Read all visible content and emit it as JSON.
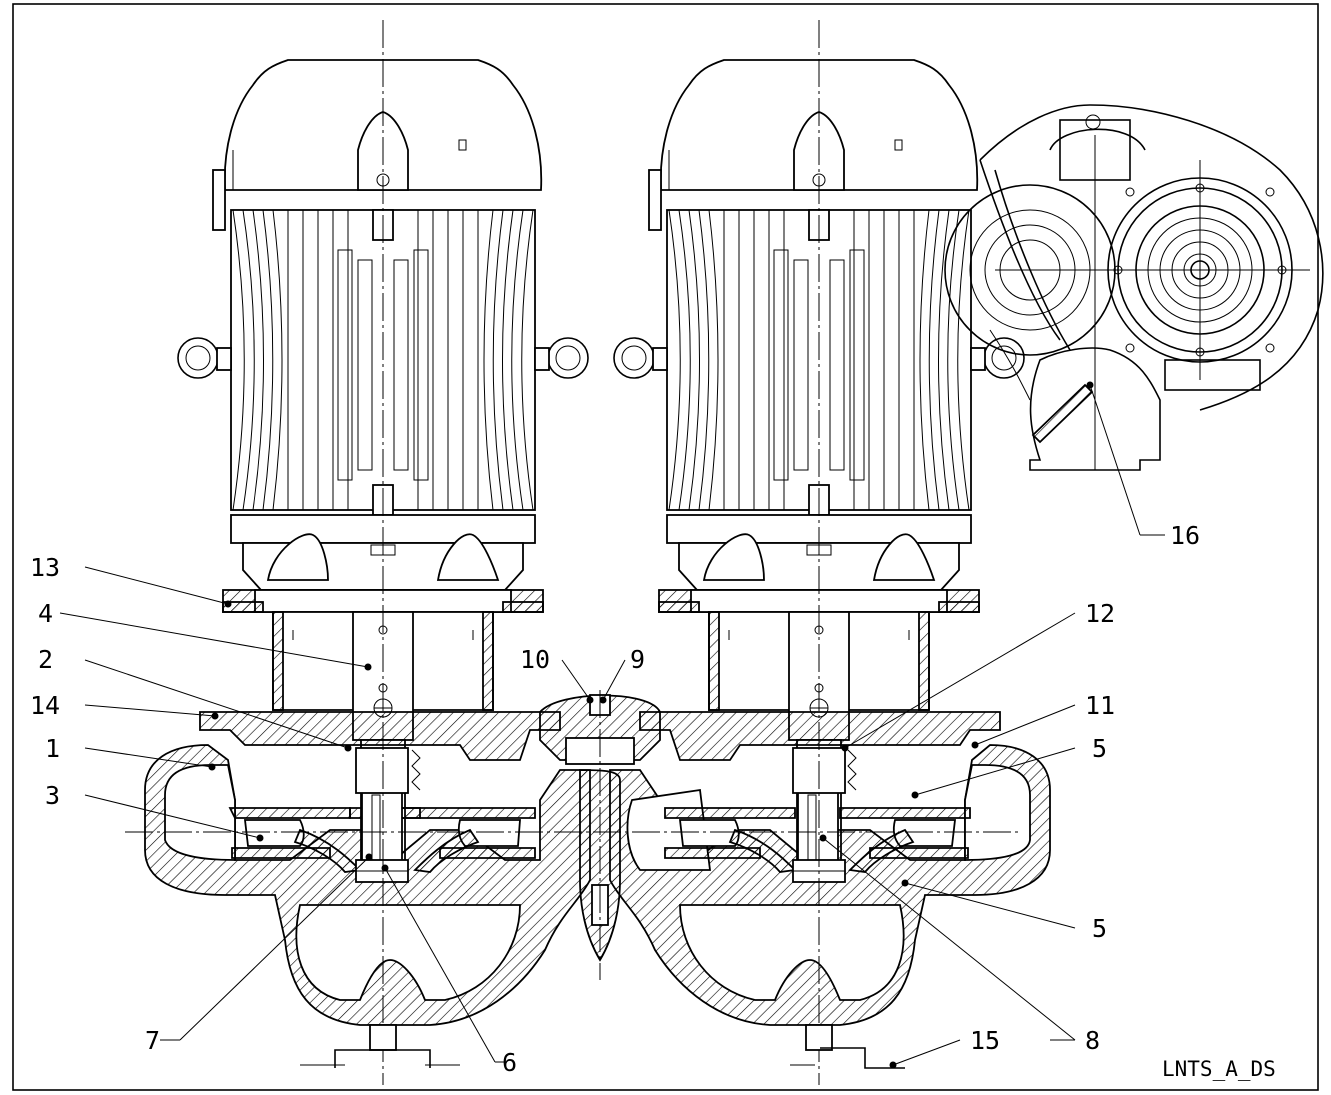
{
  "drawing_code": "LNTS_A_DS",
  "callouts": [
    {
      "label": "13"
    },
    {
      "label": "4"
    },
    {
      "label": "2"
    },
    {
      "label": "14"
    },
    {
      "label": "1"
    },
    {
      "label": "3"
    },
    {
      "label": "7"
    },
    {
      "label": "6"
    },
    {
      "label": "10"
    },
    {
      "label": "9"
    },
    {
      "label": "12"
    },
    {
      "label": "11"
    },
    {
      "label": "5"
    },
    {
      "label": "5"
    },
    {
      "label": "8"
    },
    {
      "label": "15"
    },
    {
      "label": "16"
    }
  ]
}
